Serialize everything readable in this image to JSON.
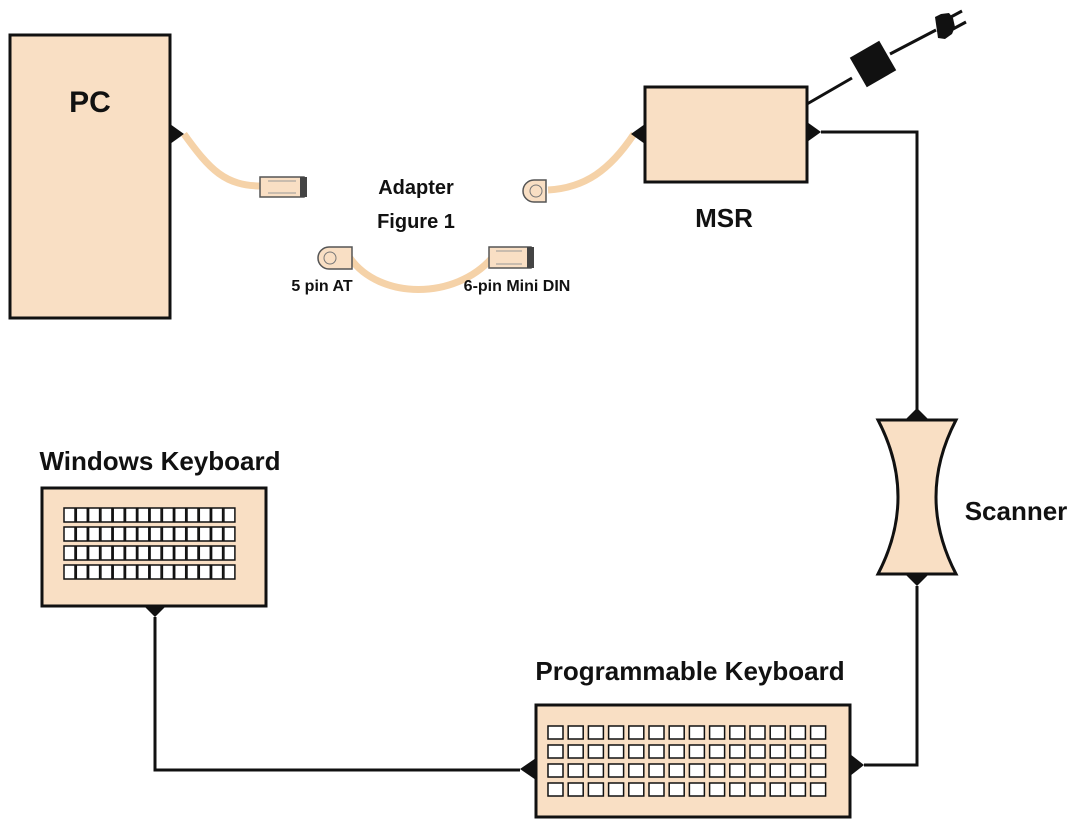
{
  "labels": {
    "pc": "PC",
    "msr": "MSR",
    "adapter": "Adapter",
    "figure": "Figure 1",
    "pin5": "5 pin AT",
    "mini_din": "6-pin Mini DIN",
    "scanner": "Scanner",
    "windows_keyboard": "Windows Keyboard",
    "programmable_keyboard": "Programmable Keyboard"
  },
  "colors": {
    "box_fill": "#F9DFC4",
    "cable": "#F7D7B0",
    "line": "#111111",
    "background": "#FFFFFF"
  },
  "icons": {
    "power_plug": "power-plug-icon",
    "power_adapter": "power-adapter-icon"
  }
}
